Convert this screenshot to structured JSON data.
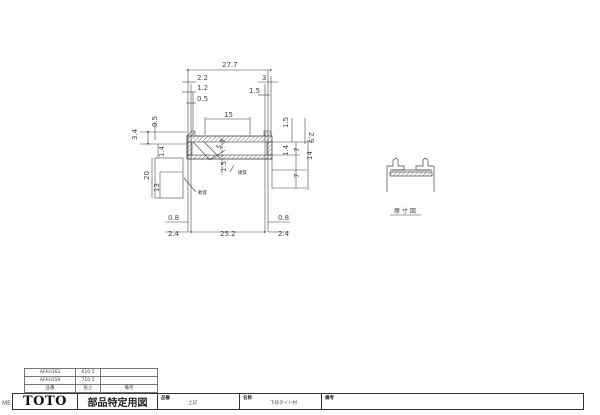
{
  "drawing": {
    "main_section": {
      "dimensions": {
        "overall_width": "27.7",
        "left_top_2_2": "2.2",
        "left_top_1_2": "1.2",
        "left_top_0_5": "0.5",
        "right_top_3": "3",
        "right_top_1_5": "1.5",
        "inner_opening": "15",
        "left_side_3_4": "3.4",
        "left_side_0_5": "0.5",
        "left_side_1_4": "1.4",
        "left_leg_20": "20",
        "left_leg_13": "13",
        "diag_5_5": "5.5",
        "web_1_5": "1.5",
        "right_1_5": "1.5",
        "right_2_9": "2.9",
        "right_1_4": "1.4",
        "right_7_upper": "7",
        "right_14": "14",
        "right_7_lower": "7",
        "bottom_left_0_8": "0.8",
        "bottom_left_2_4": "2.4",
        "bottom_center_25_2": "25.2",
        "bottom_right_0_8": "0.8",
        "bottom_right_2_4": "2.4"
      },
      "notes": {
        "left_note": "軟質",
        "center_note": "硬質"
      }
    },
    "small_view": {
      "caption": "原 寸 図"
    }
  },
  "parts_table": {
    "rows": [
      {
        "part_no": "AFKH363",
        "length": "610.5",
        "remarks": ""
      },
      {
        "part_no": "AFKH359",
        "length": "710.5",
        "remarks": ""
      }
    ],
    "header": {
      "part_no": "品番",
      "length": "長さ",
      "remarks": "備考"
    }
  },
  "title_block": {
    "side_label": "ME",
    "logo": "TOTO",
    "doc_title": "部品特定用図",
    "fields": {
      "part_no_label": "品番",
      "part_no_value": "上記",
      "name_label": "名称",
      "name_value": "下枠タイト材",
      "remarks_label": "備考",
      "remarks_value": ""
    }
  }
}
